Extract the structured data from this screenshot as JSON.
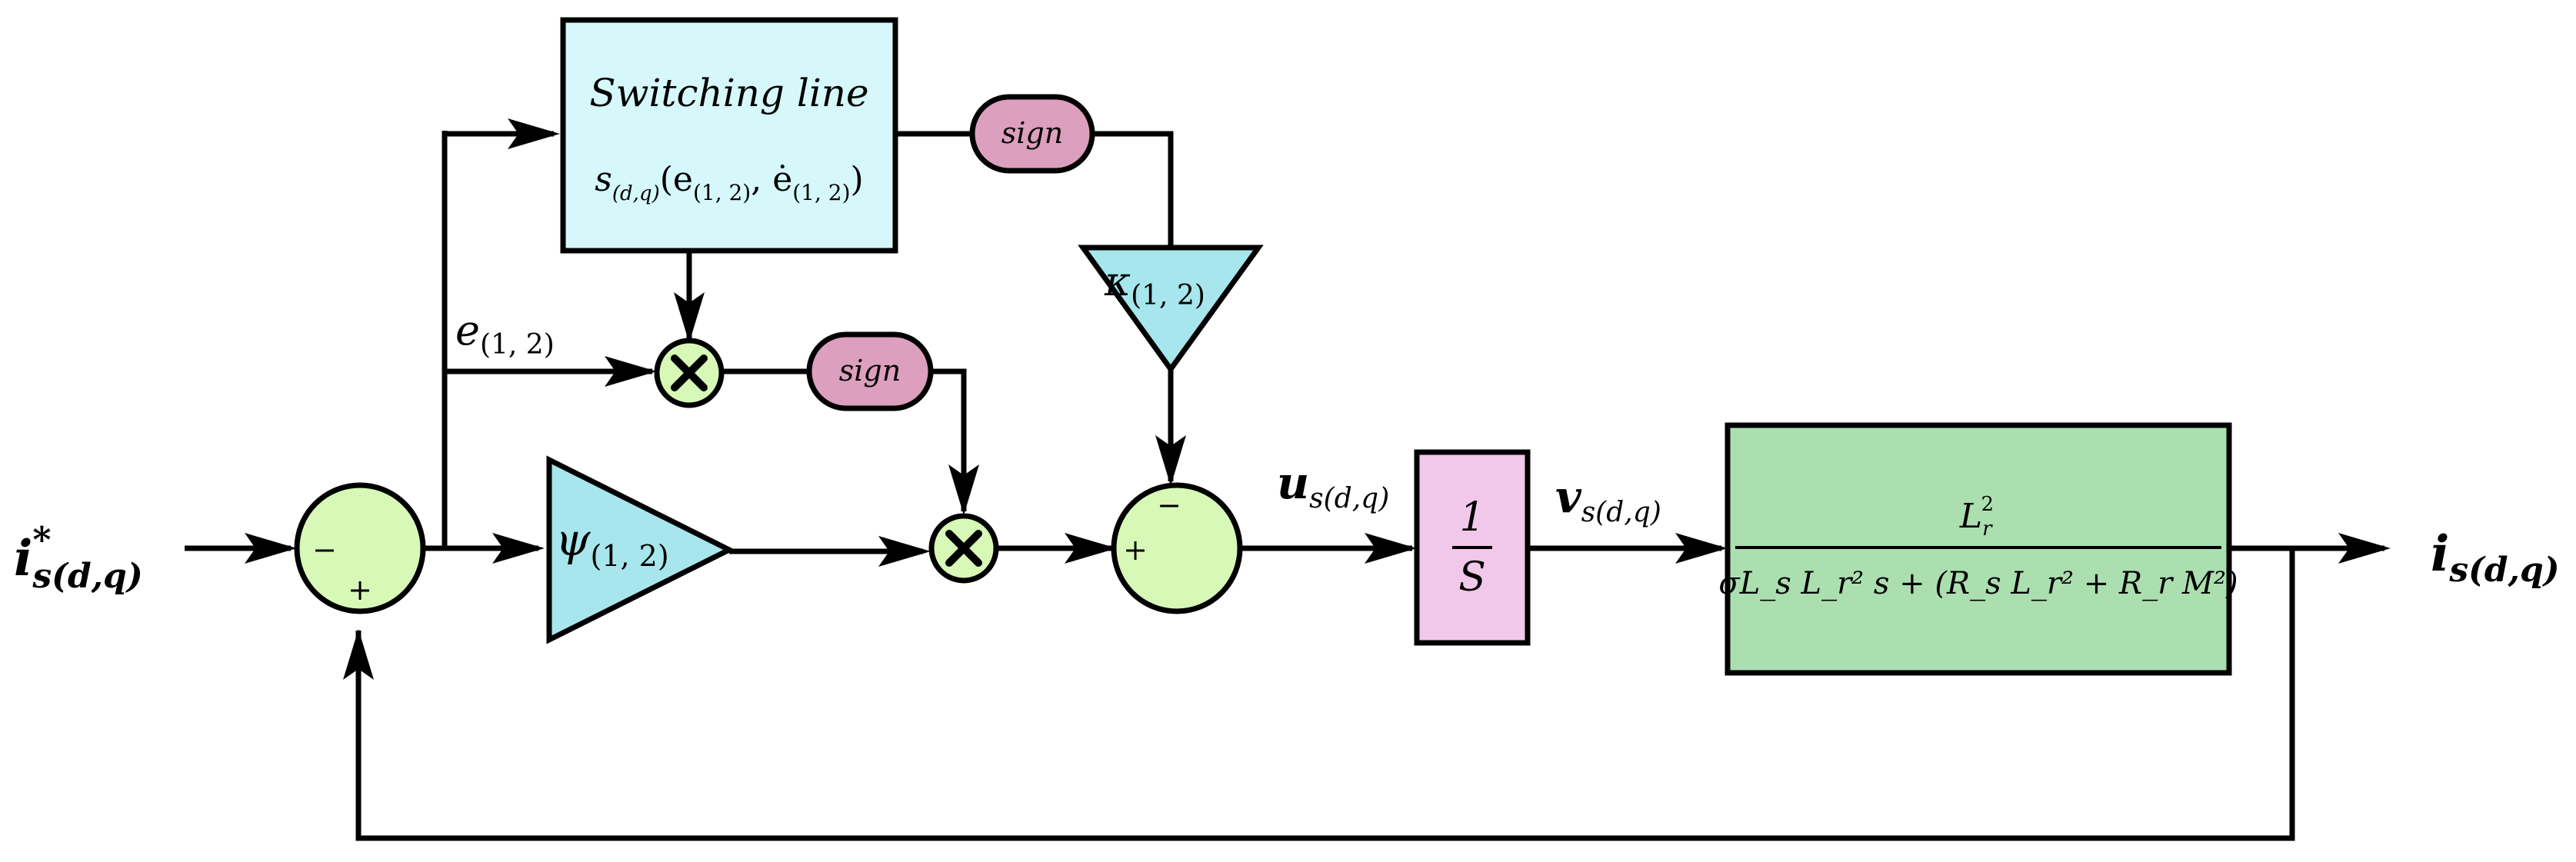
{
  "diagram": {
    "input_label": {
      "base": "i",
      "sup": "*",
      "sub": "s(d,q)"
    },
    "output_label": {
      "base": "i",
      "sub": "s(d,q)"
    },
    "error_label": {
      "base": "e",
      "sub": "(1, 2)"
    },
    "switching_block": {
      "title": "Switching line",
      "func_base": "s",
      "func_sub": "(d,q)",
      "func_args": "(e",
      "args_sub1": "(1, 2)",
      "args_mid": ", ė",
      "args_sub2": "(1, 2)",
      "args_end": ")"
    },
    "sign_1": "sign",
    "sign_2": "sign",
    "gain_k": {
      "base": "κ",
      "sub": "(1, 2)"
    },
    "gain_psi": {
      "base": "ψ",
      "sub": "(1, 2)"
    },
    "sum1_signs": {
      "top": "−",
      "bottom": "+"
    },
    "sum2_signs": {
      "top": "−",
      "left": "+"
    },
    "u_label": {
      "base": "u",
      "sub": "s(d,q)"
    },
    "v_label": {
      "base": "v",
      "sub": "s(d,q)"
    },
    "integrator": {
      "numerator": "1",
      "denominator": "S"
    },
    "plant": {
      "numerator": "L",
      "num_sub": "r",
      "num_sup": "2",
      "denominator": "σL_s L_r² s + (R_s L_r² + R_r M²)"
    },
    "colors": {
      "switching_fill": "#d6f8fa",
      "sign_fill": "#dc9fbd",
      "gain_fill": "#a6e6ec",
      "sum_fill": "#d7f8b6",
      "integrator_fill": "#f1c8ea",
      "plant_fill": "#abdfb0"
    }
  }
}
